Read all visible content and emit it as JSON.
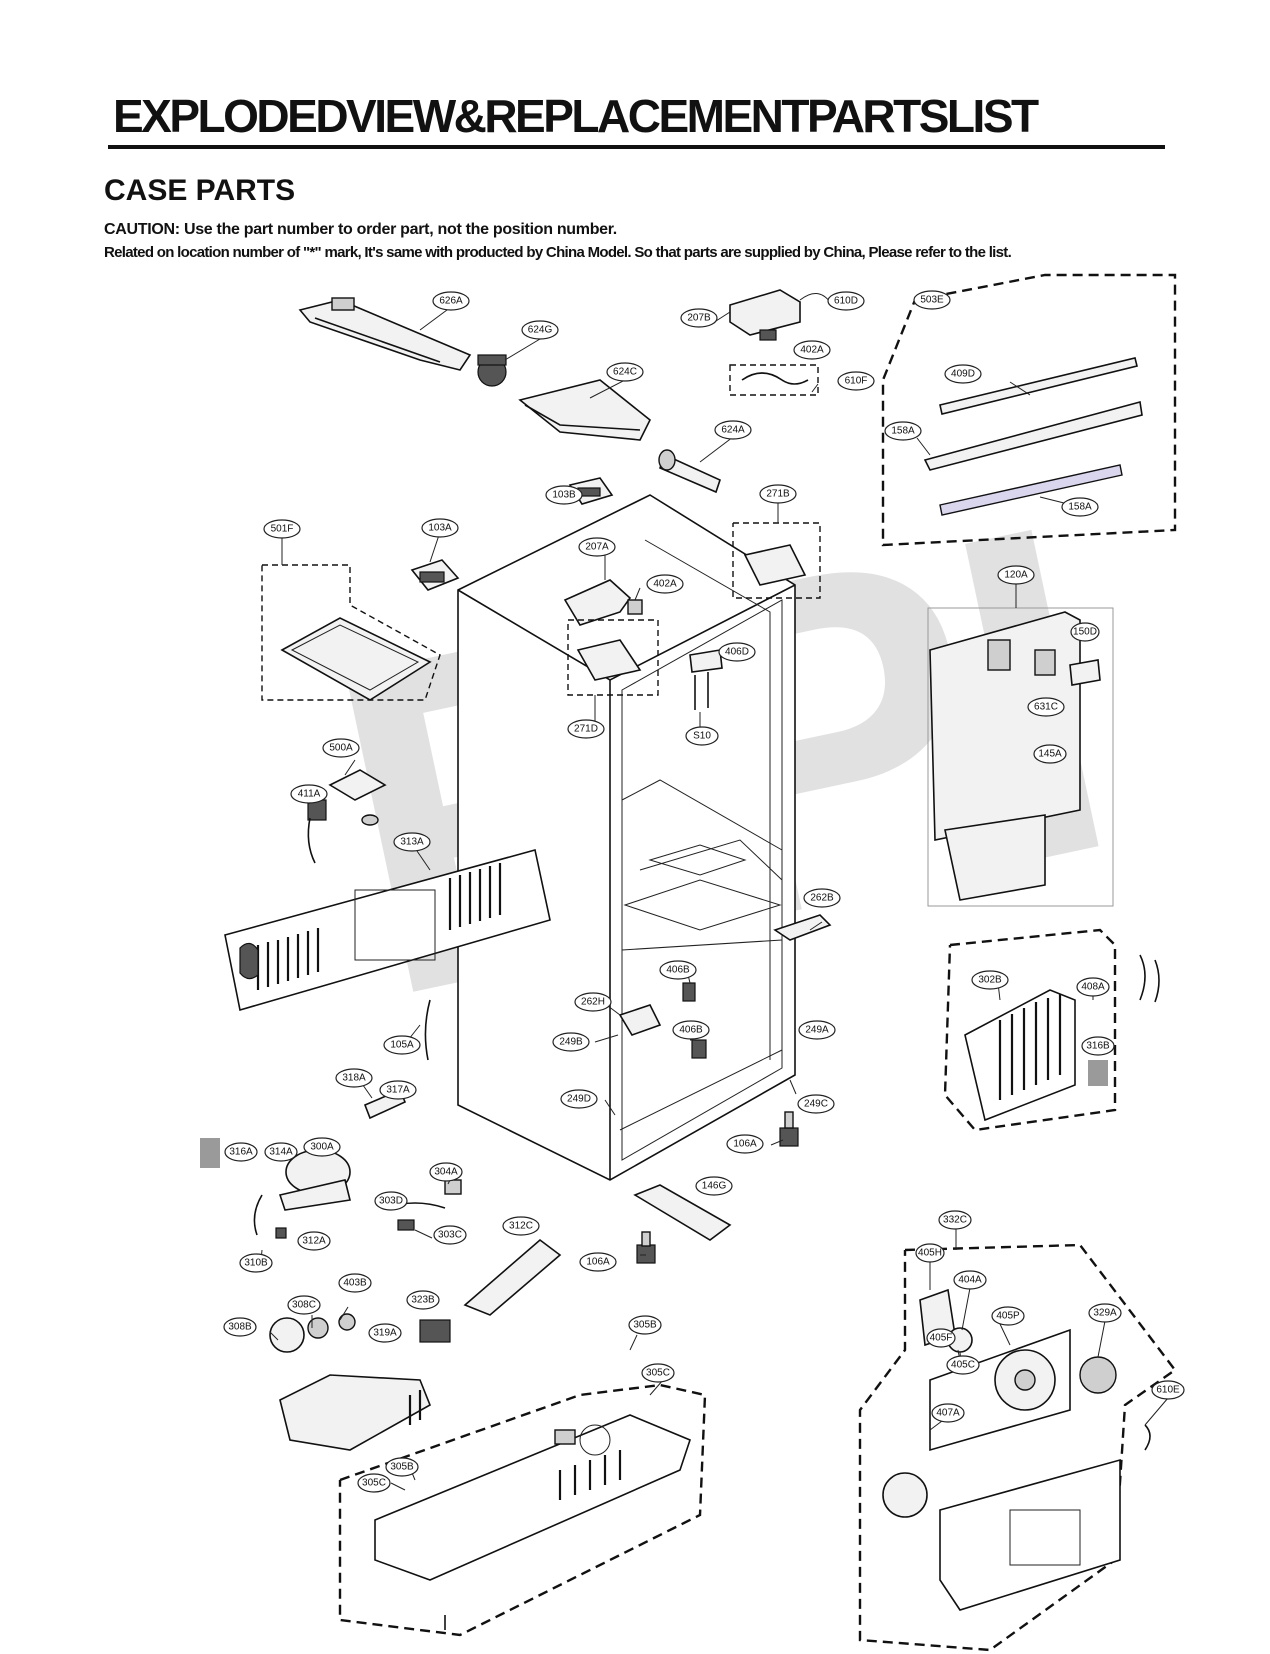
{
  "header": {
    "title": "EXPLODEDVIEW&REPLACEMENTPARTSLIST",
    "section": "CASE PARTS",
    "caution": "CAUTION: Use the part number to order part, not the position number.",
    "related_note": "Related on location number of \"*\" mark, It's same with producted by China Model. So that parts are supplied by China, Please refer to the list."
  },
  "watermark": "RPI",
  "callouts": [
    "626A",
    "624G",
    "624C",
    "624A",
    "207B",
    "610D",
    "402A",
    "610F",
    "503E",
    "409D",
    "158A",
    "158A",
    "103B",
    "271B",
    "501F",
    "103A",
    "207A",
    "402A",
    "120A",
    "150D",
    "406D",
    "631C",
    "271D",
    "S10",
    "145A",
    "500A",
    "411A",
    "313A",
    "262B",
    "406B",
    "262H",
    "406B",
    "249B",
    "249A",
    "105A",
    "318A",
    "317A",
    "249D",
    "249C",
    "302B",
    "408A",
    "316B",
    "106A",
    "316A",
    "314A",
    "300A",
    "304A",
    "146G",
    "303D",
    "303C",
    "312C",
    "310B",
    "312A",
    "106A",
    "403B",
    "323B",
    "308C",
    "305B",
    "308B",
    "319A",
    "305C",
    "305B",
    "305C",
    "332C",
    "405H",
    "404A",
    "405P",
    "329A",
    "405F",
    "405C",
    "407A",
    "610E"
  ]
}
